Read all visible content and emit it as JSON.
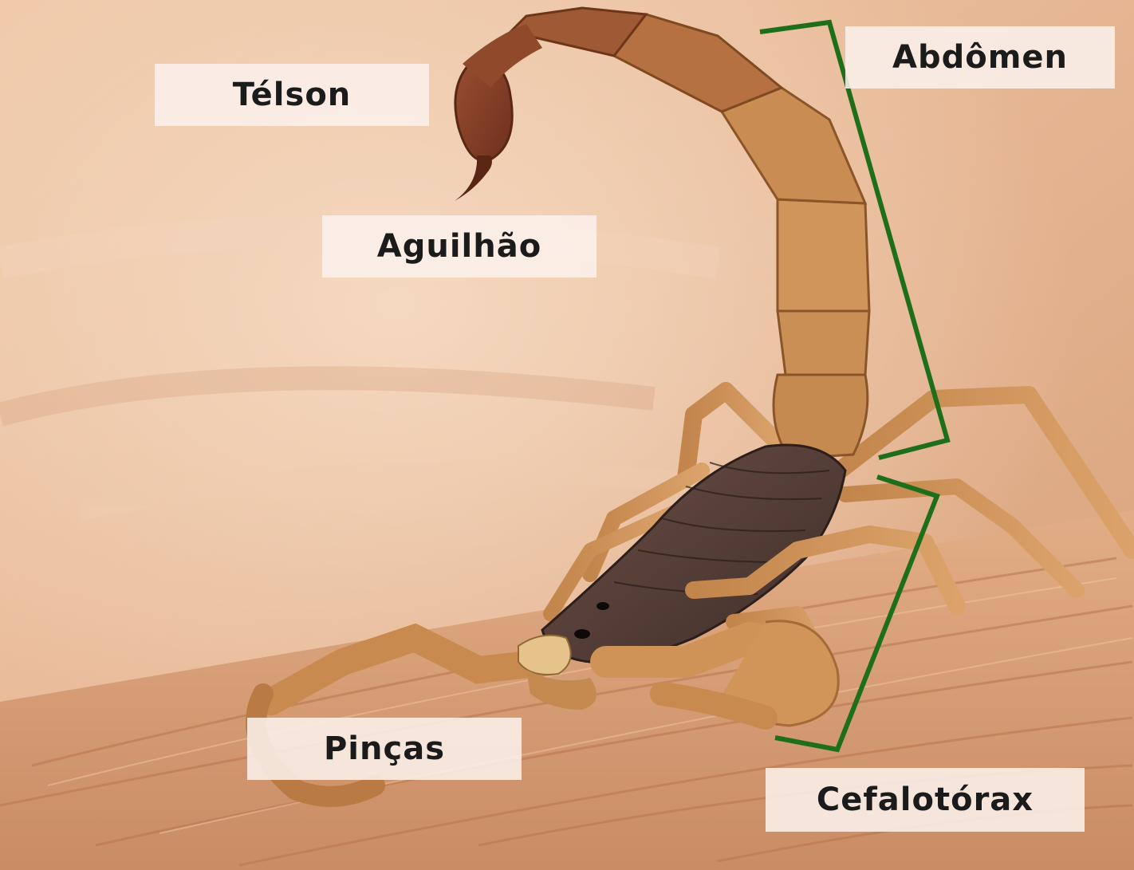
{
  "diagram": {
    "labels": {
      "telson": "Télson",
      "aguilhao": "Aguilhão",
      "abdomen": "Abdômen",
      "pincas": "Pinças",
      "cefalotorax": "Cefalotórax"
    },
    "bracket_color": "#1f6e1a",
    "subject": "scorpion-photo"
  }
}
